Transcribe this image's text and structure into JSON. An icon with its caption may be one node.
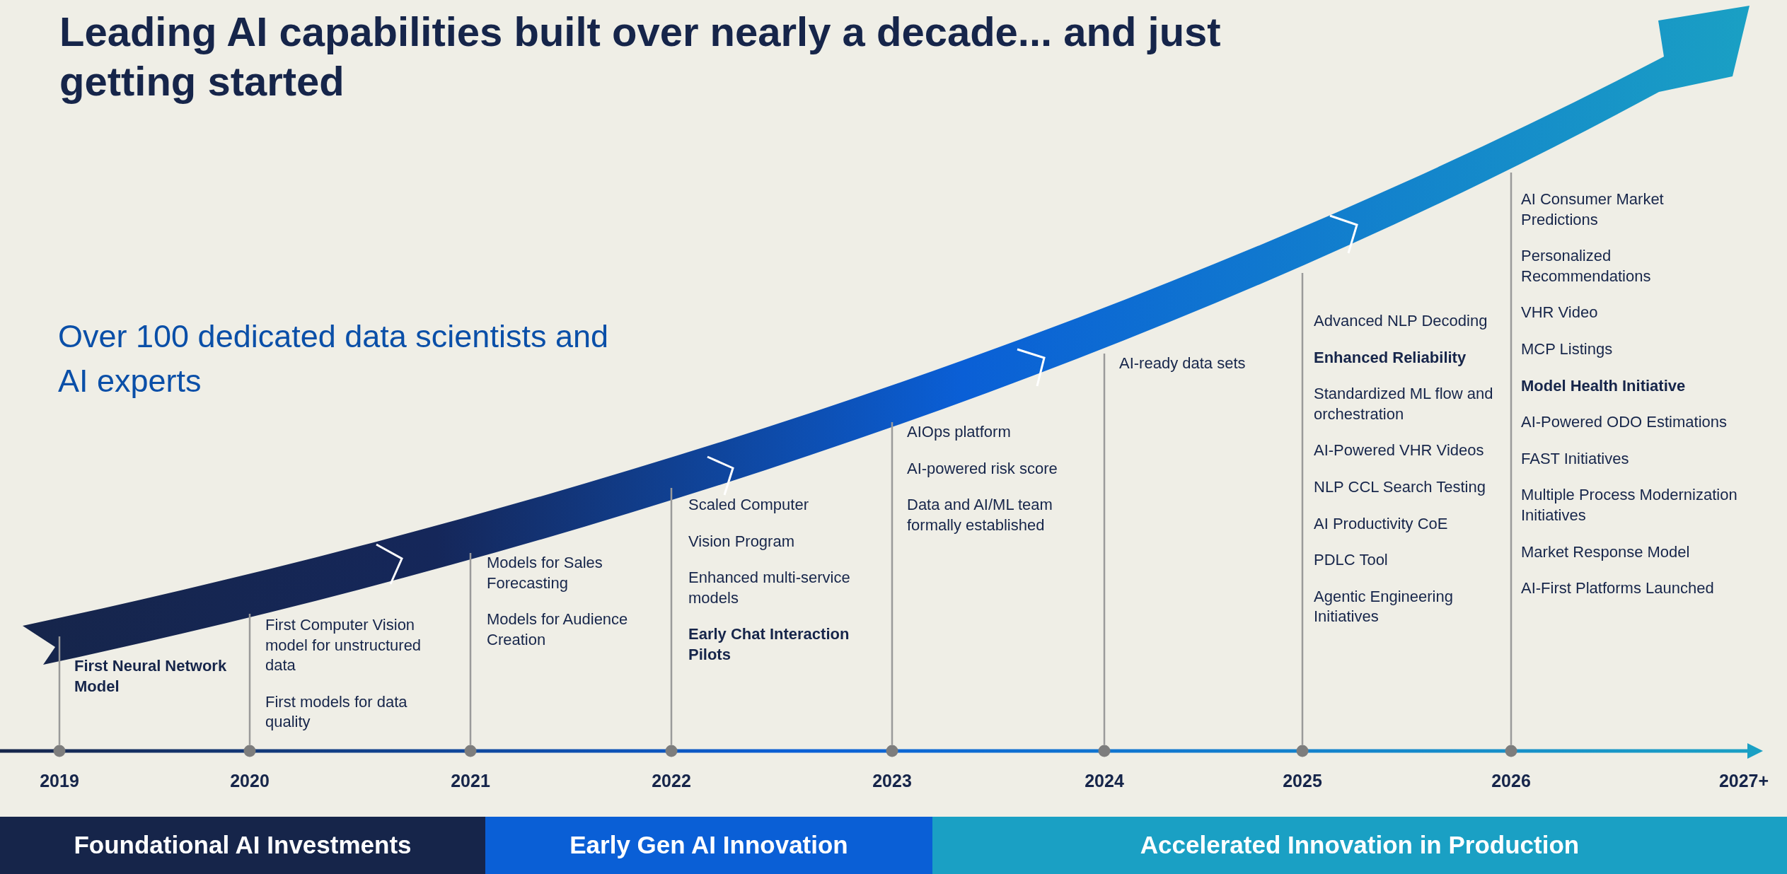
{
  "diagram": {
    "title": "Leading AI capabilities built over nearly a decade... and just getting started",
    "nodes": [
      {
        "text": [
          "**First Neural Network Model**"
        ]
      },
      {
        "text": [
          "First Computer Vision model for unstructured data",
          "First models for data quality"
        ]
      },
      {
        "text": [
          "Models for Sales Forecasting",
          "Models for Audience Creation"
        ]
      },
      {
        "text": [
          "Scaled Computer",
          "Vision Program",
          "Enhanced multi-service models",
          "**Early Chat Interaction Pilots**"
        ]
      },
      {
        "text": [
          "AIOps platform",
          "AI-powered risk score",
          "Data and AI/ML team formally established"
        ]
      },
      {
        "text": [
          "AI-ready data sets"
        ]
      },
      {
        "text": [
          "Advanced NLP Decoding",
          "**Enhanced Reliability**",
          "Standardized ML flow and orchestration",
          "AI-Powered VHR Videos",
          "NLP CCL Search Testing",
          "AI Productivity CoE",
          "PDLC Tool",
          "Agentic Engineering Initiatives"
        ]
      },
      {
        "text": [
          "AI Consumer Market Predictions",
          "Personalized Recommendations",
          "VHR Video",
          "MCP Listings",
          "**Model Health Initiative**",
          "AI-Powered ODO Estimations",
          "FAST Initiatives",
          "Multiple Process Modernization Initiatives",
          "Market Response Model",
          "AI-First Platforms Launched"
        ]
      },
      {
        "text": [
          "Foundational AI Investments"
        ]
      },
      {
        "text": [
          "Early Gen AI Innovation"
        ]
      },
      {
        "text": [
          "Accelerated Innovation in Production"
        ]
      },
      {
        "text": [],
        "shape": "circle",
        "beside": [
          "2019"
        ]
      },
      {
        "text": [],
        "shape": "circle",
        "beside": [
          "2020"
        ]
      },
      {
        "text": [],
        "shape": "circle",
        "beside": [
          "2021"
        ]
      },
      {
        "text": [],
        "shape": "circle",
        "beside": [
          "2022"
        ]
      },
      {
        "text": [],
        "shape": "circle",
        "beside": [
          "2023"
        ]
      },
      {
        "text": [],
        "shape": "circle",
        "beside": [
          "2024"
        ]
      },
      {
        "text": [],
        "shape": "circle",
        "beside": [
          "2025"
        ]
      },
      {
        "text": [],
        "shape": "circle",
        "beside": [
          "2026"
        ]
      }
    ],
    "edges": [
      {
        "from": 11,
        "to": 0,
        "arrow": "none"
      },
      {
        "from": 12,
        "to": 1,
        "arrow": "none"
      },
      {
        "from": 13,
        "to": 2,
        "arrow": "none"
      },
      {
        "from": 14,
        "to": 3,
        "arrow": "none"
      },
      {
        "from": 15,
        "to": 4,
        "arrow": "none"
      },
      {
        "from": 16,
        "to": 5,
        "arrow": "none"
      },
      {
        "from": 17,
        "to": 6,
        "arrow": "none"
      },
      {
        "from": 18,
        "to": 7,
        "arrow": "none"
      }
    ],
    "labels": [
      "Over 100 dedicated data scientists and AI experts",
      "2027+"
    ]
  }
}
